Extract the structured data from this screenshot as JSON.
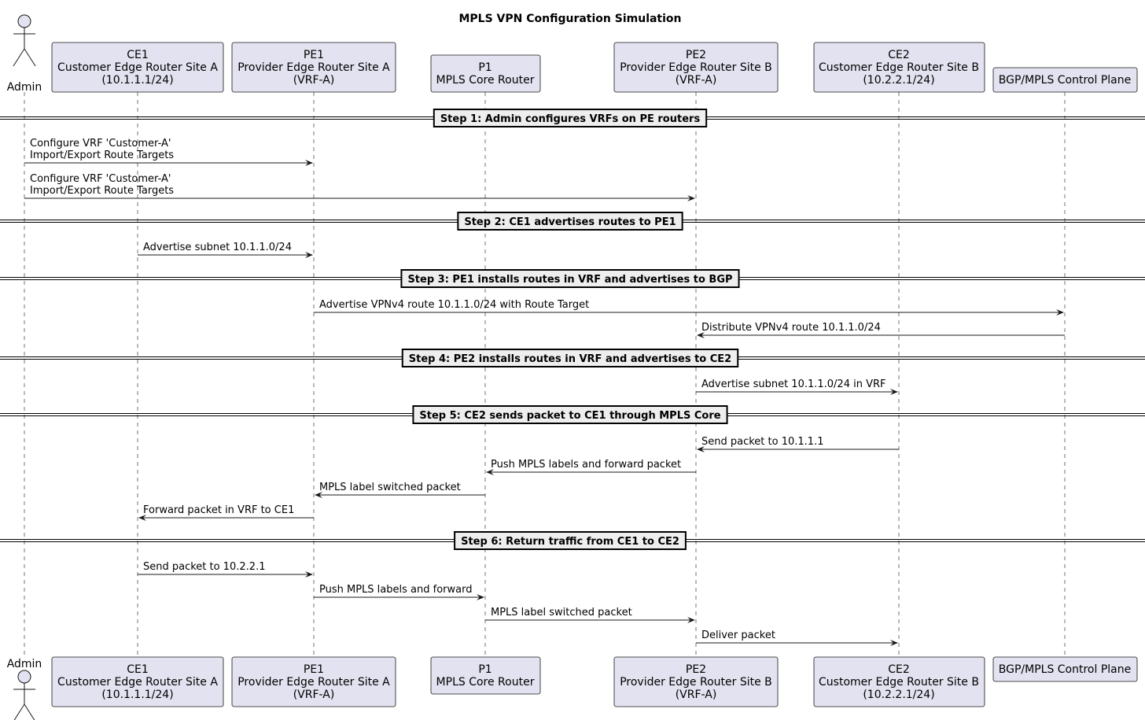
{
  "diagram": {
    "title": "MPLS VPN Configuration Simulation",
    "participants": [
      {
        "id": "admin",
        "type": "actor",
        "lines": [
          "Admin"
        ]
      },
      {
        "id": "ce1",
        "type": "box",
        "lines": [
          "CE1",
          "Customer Edge Router Site A",
          "(10.1.1.1/24)"
        ]
      },
      {
        "id": "pe1",
        "type": "box",
        "lines": [
          "PE1",
          "Provider Edge Router Site A",
          "(VRF-A)"
        ]
      },
      {
        "id": "p1",
        "type": "box",
        "lines": [
          "P1",
          "MPLS Core Router"
        ]
      },
      {
        "id": "pe2",
        "type": "box",
        "lines": [
          "PE2",
          "Provider Edge Router Site B",
          "(VRF-A)"
        ]
      },
      {
        "id": "ce2",
        "type": "box",
        "lines": [
          "CE2",
          "Customer Edge Router Site B",
          "(10.2.2.1/24)"
        ]
      },
      {
        "id": "bgp",
        "type": "box",
        "lines": [
          "BGP/MPLS Control Plane"
        ]
      }
    ],
    "events": [
      {
        "kind": "divider",
        "text": "Step 1: Admin configures VRFs on PE routers"
      },
      {
        "kind": "message",
        "from": "admin",
        "to": "pe1",
        "lines": [
          "Configure VRF 'Customer-A'",
          "Import/Export Route Targets"
        ]
      },
      {
        "kind": "message",
        "from": "admin",
        "to": "pe2",
        "lines": [
          "Configure VRF 'Customer-A'",
          "Import/Export Route Targets"
        ]
      },
      {
        "kind": "divider",
        "text": "Step 2: CE1 advertises routes to PE1"
      },
      {
        "kind": "message",
        "from": "ce1",
        "to": "pe1",
        "lines": [
          "Advertise subnet 10.1.1.0/24"
        ]
      },
      {
        "kind": "divider",
        "text": "Step 3: PE1 installs routes in VRF and advertises to BGP"
      },
      {
        "kind": "message",
        "from": "pe1",
        "to": "bgp",
        "lines": [
          "Advertise VPNv4 route 10.1.1.0/24 with Route Target"
        ]
      },
      {
        "kind": "message",
        "from": "bgp",
        "to": "pe2",
        "lines": [
          "Distribute VPNv4 route 10.1.1.0/24"
        ]
      },
      {
        "kind": "divider",
        "text": "Step 4: PE2 installs routes in VRF and advertises to CE2"
      },
      {
        "kind": "message",
        "from": "pe2",
        "to": "ce2",
        "lines": [
          "Advertise subnet 10.1.1.0/24 in VRF"
        ]
      },
      {
        "kind": "divider",
        "text": "Step 5: CE2 sends packet to CE1 through MPLS Core"
      },
      {
        "kind": "message",
        "from": "ce2",
        "to": "pe2",
        "lines": [
          "Send packet to 10.1.1.1"
        ]
      },
      {
        "kind": "message",
        "from": "pe2",
        "to": "p1",
        "lines": [
          "Push MPLS labels and forward packet"
        ]
      },
      {
        "kind": "message",
        "from": "p1",
        "to": "pe1",
        "lines": [
          "MPLS label switched packet"
        ]
      },
      {
        "kind": "message",
        "from": "pe1",
        "to": "ce1",
        "lines": [
          "Forward packet in VRF to CE1"
        ]
      },
      {
        "kind": "divider",
        "text": "Step 6: Return traffic from CE1 to CE2"
      },
      {
        "kind": "message",
        "from": "ce1",
        "to": "pe1",
        "lines": [
          "Send packet to 10.2.2.1"
        ]
      },
      {
        "kind": "message",
        "from": "pe1",
        "to": "p1",
        "lines": [
          "Push MPLS labels and forward"
        ]
      },
      {
        "kind": "message",
        "from": "p1",
        "to": "pe2",
        "lines": [
          "MPLS label switched packet"
        ]
      },
      {
        "kind": "message",
        "from": "pe2",
        "to": "ce2",
        "lines": [
          "Deliver packet"
        ]
      }
    ]
  }
}
